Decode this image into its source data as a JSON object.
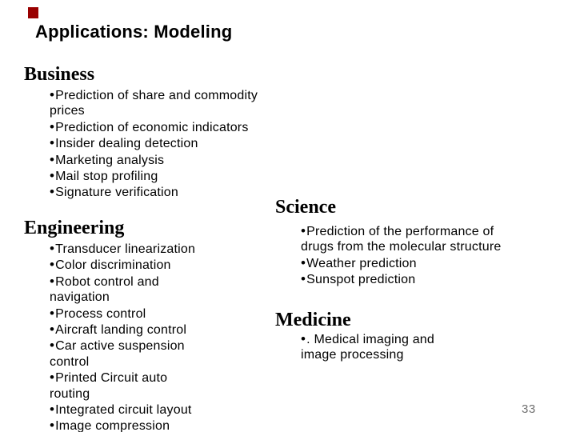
{
  "slide": {
    "title": "Applications: Modeling",
    "bullet_char": "•",
    "page_number": "33",
    "colors": {
      "background": "#ffffff",
      "text": "#000000",
      "accent_square": "#990000",
      "page_number": "#6f6f6f"
    }
  },
  "sections": {
    "business": {
      "heading": "Business",
      "items": [
        {
          "lines": [
            "Prediction of share and commodity",
            "prices"
          ]
        },
        {
          "lines": [
            "Prediction of economic indicators"
          ]
        },
        {
          "lines": [
            "Insider dealing detection"
          ]
        },
        {
          "lines": [
            "Marketing analysis"
          ]
        },
        {
          "lines": [
            "Mail stop profiling"
          ]
        },
        {
          "lines": [
            "Signature verification"
          ]
        }
      ]
    },
    "engineering": {
      "heading": "Engineering",
      "items": [
        {
          "lines": [
            "Transducer linearization"
          ]
        },
        {
          "lines": [
            "Color discrimination"
          ]
        },
        {
          "lines": [
            "Robot control and",
            "navigation"
          ]
        },
        {
          "lines": [
            "Process control"
          ]
        },
        {
          "lines": [
            "Aircraft landing control"
          ]
        },
        {
          "lines": [
            "Car active suspension",
            "control"
          ]
        },
        {
          "lines": [
            "Printed Circuit auto",
            "routing"
          ]
        },
        {
          "lines": [
            "Integrated circuit layout"
          ]
        },
        {
          "lines": [
            "Image compression"
          ]
        }
      ]
    },
    "science": {
      "heading": "Science",
      "items": [
        {
          "lines": [
            "Prediction of the performance of",
            "drugs from the molecular structure"
          ]
        },
        {
          "lines": [
            "Weather prediction"
          ]
        },
        {
          "lines": [
            "Sunspot prediction"
          ]
        }
      ]
    },
    "medicine": {
      "heading": "Medicine",
      "items": [
        {
          "lines": [
            ". Medical imaging and",
            "image processing"
          ]
        }
      ]
    }
  }
}
